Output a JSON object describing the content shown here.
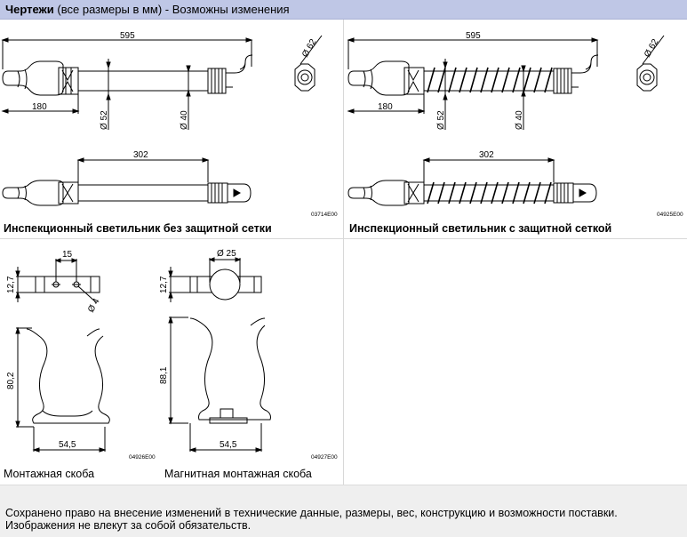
{
  "header": {
    "title": "Чертежи",
    "subtitle": "(все размеры в мм) - Возможны изменения"
  },
  "lamp_without_grid": {
    "caption": "Инспекционный светильник без защитной сетки",
    "code": "03714E00",
    "dims": {
      "length": "595",
      "handle": "180",
      "d52": "Ø 52",
      "d40": "Ø 40",
      "d62": "Ø 62",
      "tube": "302"
    }
  },
  "lamp_with_grid": {
    "caption": "Инспекционный светильник с защитной сеткой",
    "code": "04925E00",
    "dims": {
      "length": "595",
      "handle": "180",
      "d52": "Ø 52",
      "d40": "Ø 40",
      "d62": "Ø 62",
      "tube": "302"
    }
  },
  "bracket": {
    "caption": "Монтажная скоба",
    "code": "04926E00",
    "dims": {
      "spacing": "15",
      "thickness": "12,7",
      "hole": "Ø 4",
      "height": "80,2",
      "width": "54,5"
    }
  },
  "magnetic_bracket": {
    "caption": "Магнитная монтажная скоба",
    "code": "04927E00",
    "dims": {
      "magnet": "Ø 25",
      "thickness": "12,7",
      "height": "88,1",
      "width": "54,5"
    }
  },
  "footer": {
    "line1": "Сохранено право на внесение изменений в технические данные, размеры, вес, конструкцию и возможности поставки.",
    "line2": "Изображения не влекут за собой обязательств."
  }
}
